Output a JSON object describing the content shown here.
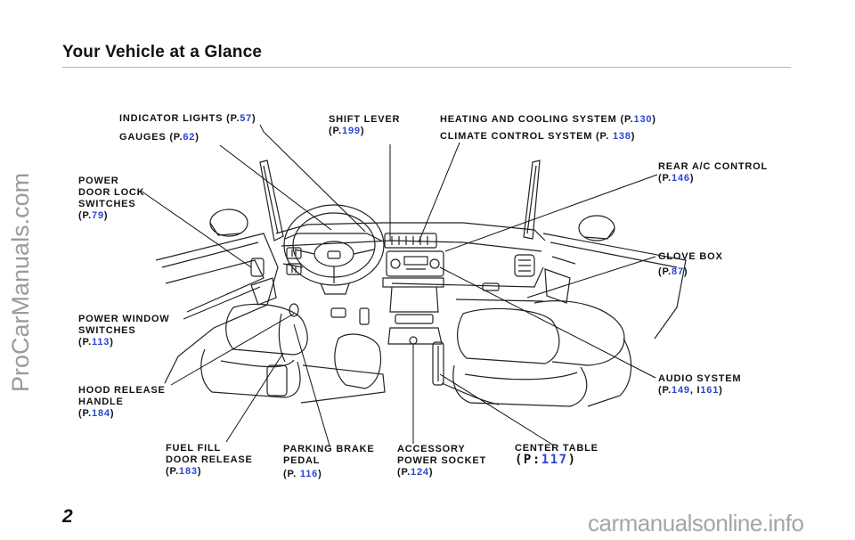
{
  "header": {
    "title": "Your Vehicle at a Glance"
  },
  "page_number": "2",
  "watermarks": {
    "left": "ProCarManuals.com",
    "right": "carmanualsonline.info"
  },
  "labels": {
    "indicator_lights": {
      "text": "INDICATOR LIGHTS (P.",
      "page": "57",
      "close": ")"
    },
    "gauges": {
      "text": "GAUGES (P.",
      "page": "62",
      "close": ")"
    },
    "shift_lever": {
      "line1": "SHIFT LEVER",
      "text": "(P.",
      "page": "199",
      "close": ")"
    },
    "heating_cooling": {
      "text": "HEATING AND COOLING SYSTEM (P.",
      "page": "130",
      "close": ")"
    },
    "climate_control": {
      "text": "CLIMATE CONTROL SYSTEM (P. ",
      "page": "138",
      "close": ")"
    },
    "power_door_lock": {
      "line1": "POWER",
      "line2": "DOOR LOCK",
      "line3": "SWITCHES",
      "text": "(P.",
      "page": "79",
      "close": ")"
    },
    "rear_ac": {
      "line1": "REAR A/C CONTROL",
      "text": "(P.",
      "page": "146",
      "close": ")"
    },
    "glove_box": {
      "line1": "GLOVE BOX",
      "text": "(P.",
      "page": "87",
      "close": ")"
    },
    "power_window": {
      "line1": "POWER WINDOW",
      "line2": "SWITCHES",
      "text": "(P.",
      "page": "113",
      "close": ")"
    },
    "audio_system": {
      "line1": "AUDIO SYSTEM",
      "text": "(P.",
      "page": "149",
      "sep": ", I",
      "page2": "161",
      "close": ")"
    },
    "hood_release": {
      "line1": "HOOD RELEASE",
      "line2": "HANDLE",
      "text": "(P.",
      "page": "184",
      "close": ")"
    },
    "fuel_fill": {
      "line1": "FUEL FILL",
      "line2": "DOOR RELEASE",
      "text": "(P.",
      "page": "183",
      "close": ")"
    },
    "parking_brake": {
      "line1": "PARKING BRAKE",
      "line2": "PEDAL",
      "text": "(P. ",
      "page": "116",
      "close": ")"
    },
    "accessory_socket": {
      "line1": "ACCESSORY",
      "line2": "POWER SOCKET",
      "text": "(P.",
      "page": "124",
      "close": ")"
    },
    "center_table": {
      "line1": "CENTER TABLE",
      "text": "(P:",
      "page": "117",
      "close": ")"
    }
  }
}
